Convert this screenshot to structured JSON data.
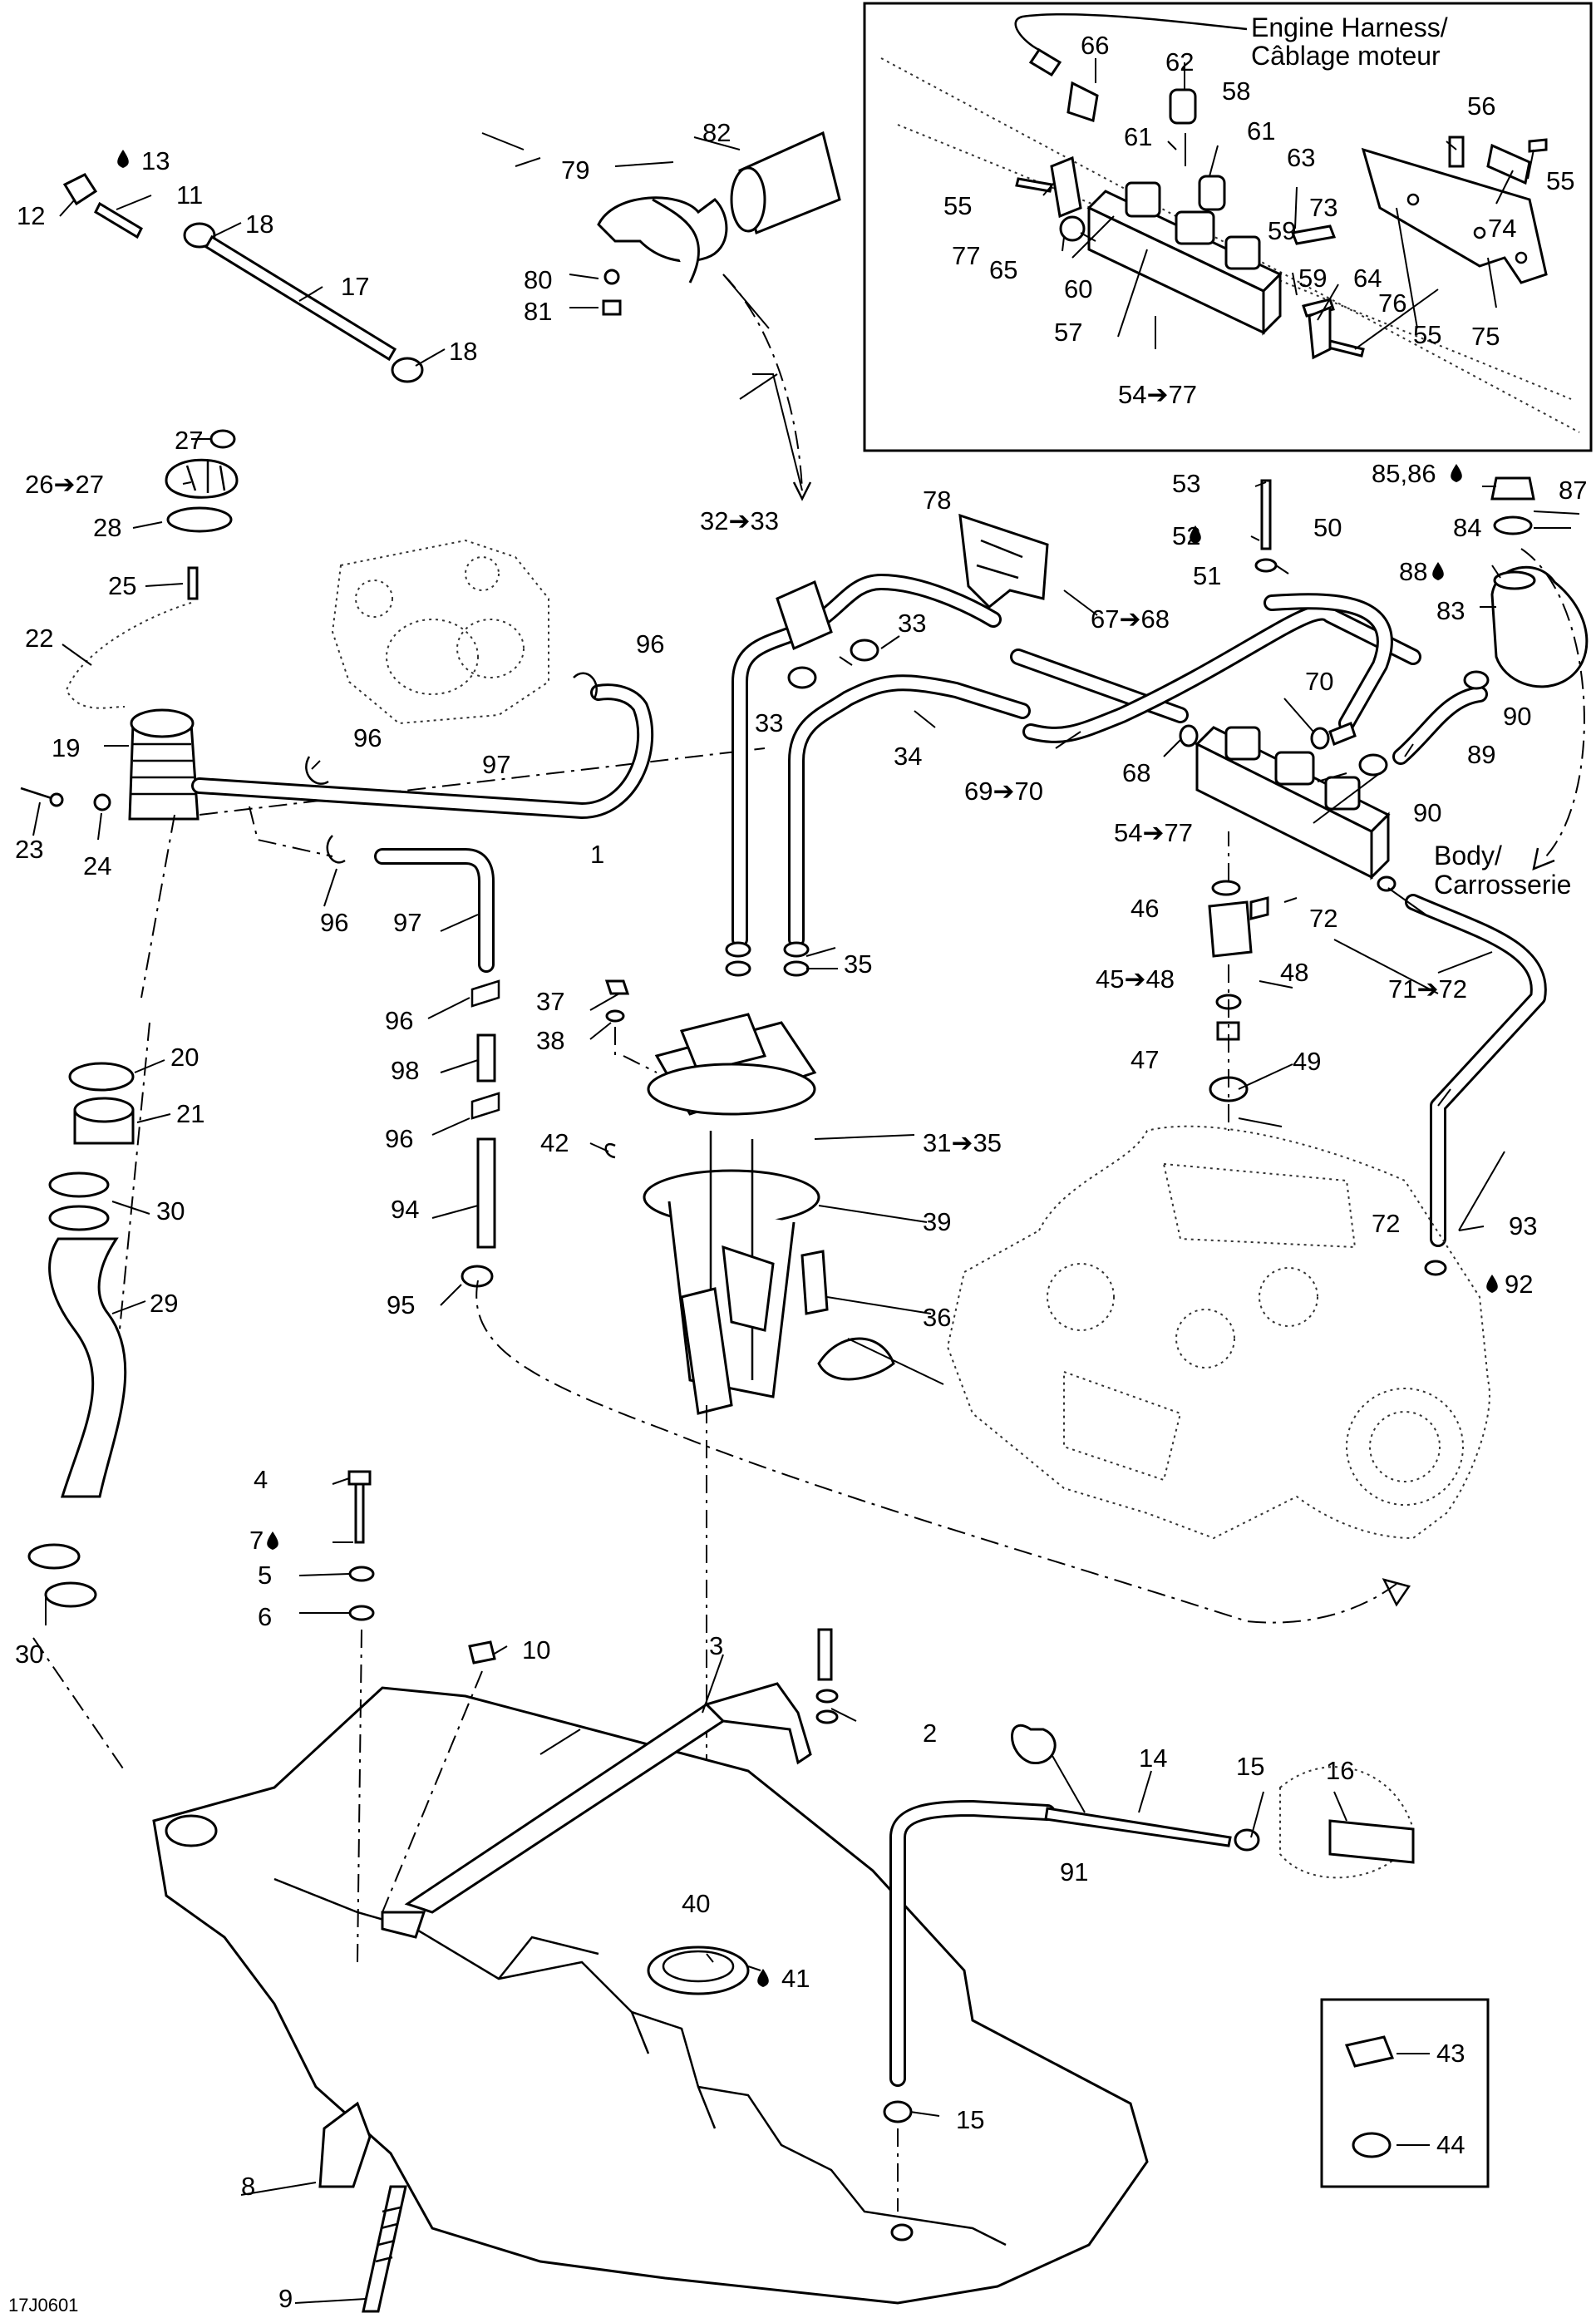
{
  "notes": {
    "engine_harness_line1": "Engine Harness/",
    "engine_harness_line2": "Câblage moteur",
    "body_line1": "Body/",
    "body_line2": "Carrosserie"
  },
  "drawing_code": "17J0601",
  "callouts": [
    {
      "id": "c1",
      "text": "1"
    },
    {
      "id": "c2",
      "text": "2"
    },
    {
      "id": "c3",
      "text": "3"
    },
    {
      "id": "c4",
      "text": "4"
    },
    {
      "id": "c5",
      "text": "5"
    },
    {
      "id": "c6",
      "text": "6"
    },
    {
      "id": "c7",
      "text": "7"
    },
    {
      "id": "c8",
      "text": "8"
    },
    {
      "id": "c9",
      "text": "9"
    },
    {
      "id": "c10",
      "text": "10"
    },
    {
      "id": "c11",
      "text": "11"
    },
    {
      "id": "c12",
      "text": "12"
    },
    {
      "id": "c13",
      "text": "13"
    },
    {
      "id": "c14",
      "text": "14"
    },
    {
      "id": "c15a",
      "text": "15"
    },
    {
      "id": "c15b",
      "text": "15"
    },
    {
      "id": "c16",
      "text": "16"
    },
    {
      "id": "c17",
      "text": "17"
    },
    {
      "id": "c18a",
      "text": "18"
    },
    {
      "id": "c18b",
      "text": "18"
    },
    {
      "id": "c19",
      "text": "19"
    },
    {
      "id": "c20",
      "text": "20"
    },
    {
      "id": "c21",
      "text": "21"
    },
    {
      "id": "c22",
      "text": "22"
    },
    {
      "id": "c23",
      "text": "23"
    },
    {
      "id": "c24",
      "text": "24"
    },
    {
      "id": "c25",
      "text": "25"
    },
    {
      "id": "c26",
      "text": "26➔27"
    },
    {
      "id": "c27",
      "text": "27"
    },
    {
      "id": "c28",
      "text": "28"
    },
    {
      "id": "c29",
      "text": "29"
    },
    {
      "id": "c30a",
      "text": "30"
    },
    {
      "id": "c30b",
      "text": "30"
    },
    {
      "id": "c31",
      "text": "31➔35"
    },
    {
      "id": "c32",
      "text": "32➔33"
    },
    {
      "id": "c33a",
      "text": "33"
    },
    {
      "id": "c33b",
      "text": "33"
    },
    {
      "id": "c34",
      "text": "34"
    },
    {
      "id": "c35",
      "text": "35"
    },
    {
      "id": "c36",
      "text": "36"
    },
    {
      "id": "c37",
      "text": "37"
    },
    {
      "id": "c38",
      "text": "38"
    },
    {
      "id": "c39",
      "text": "39"
    },
    {
      "id": "c40",
      "text": "40"
    },
    {
      "id": "c41",
      "text": "41"
    },
    {
      "id": "c42",
      "text": "42"
    },
    {
      "id": "c43",
      "text": "43"
    },
    {
      "id": "c44",
      "text": "44"
    },
    {
      "id": "c45",
      "text": "45➔48"
    },
    {
      "id": "c46",
      "text": "46"
    },
    {
      "id": "c47",
      "text": "47"
    },
    {
      "id": "c48",
      "text": "48"
    },
    {
      "id": "c49",
      "text": "49"
    },
    {
      "id": "c50",
      "text": "50"
    },
    {
      "id": "c51",
      "text": "51"
    },
    {
      "id": "c52",
      "text": "52"
    },
    {
      "id": "c53",
      "text": "53"
    },
    {
      "id": "c54a",
      "text": "54➔77"
    },
    {
      "id": "c54b",
      "text": "54➔77"
    },
    {
      "id": "c55a",
      "text": "55"
    },
    {
      "id": "c55b",
      "text": "55"
    },
    {
      "id": "c55c",
      "text": "55"
    },
    {
      "id": "c56",
      "text": "56"
    },
    {
      "id": "c57",
      "text": "57"
    },
    {
      "id": "c58",
      "text": "58"
    },
    {
      "id": "c59a",
      "text": "59"
    },
    {
      "id": "c59b",
      "text": "59"
    },
    {
      "id": "c60",
      "text": "60"
    },
    {
      "id": "c61a",
      "text": "61"
    },
    {
      "id": "c61b",
      "text": "61"
    },
    {
      "id": "c62",
      "text": "62"
    },
    {
      "id": "c63",
      "text": "63"
    },
    {
      "id": "c64",
      "text": "64"
    },
    {
      "id": "c65",
      "text": "65"
    },
    {
      "id": "c66",
      "text": "66"
    },
    {
      "id": "c67",
      "text": "67➔68"
    },
    {
      "id": "c68",
      "text": "68"
    },
    {
      "id": "c69",
      "text": "69➔70"
    },
    {
      "id": "c70",
      "text": "70"
    },
    {
      "id": "c71",
      "text": "71➔72"
    },
    {
      "id": "c72a",
      "text": "72"
    },
    {
      "id": "c72b",
      "text": "72"
    },
    {
      "id": "c73",
      "text": "73"
    },
    {
      "id": "c74",
      "text": "74"
    },
    {
      "id": "c75",
      "text": "75"
    },
    {
      "id": "c76",
      "text": "76"
    },
    {
      "id": "c77",
      "text": "77"
    },
    {
      "id": "c78",
      "text": "78"
    },
    {
      "id": "c79",
      "text": "79"
    },
    {
      "id": "c80",
      "text": "80"
    },
    {
      "id": "c81",
      "text": "81"
    },
    {
      "id": "c82",
      "text": "82"
    },
    {
      "id": "c83",
      "text": "83"
    },
    {
      "id": "c84",
      "text": "84"
    },
    {
      "id": "c85",
      "text": "85,86"
    },
    {
      "id": "c87",
      "text": "87"
    },
    {
      "id": "c88",
      "text": "88"
    },
    {
      "id": "c89",
      "text": "89"
    },
    {
      "id": "c90a",
      "text": "90"
    },
    {
      "id": "c90b",
      "text": "90"
    },
    {
      "id": "c91",
      "text": "91"
    },
    {
      "id": "c92",
      "text": "92"
    },
    {
      "id": "c93",
      "text": "93"
    },
    {
      "id": "c94",
      "text": "94"
    },
    {
      "id": "c95",
      "text": "95"
    },
    {
      "id": "c96a",
      "text": "96"
    },
    {
      "id": "c96b",
      "text": "96"
    },
    {
      "id": "c96c",
      "text": "96"
    },
    {
      "id": "c96d",
      "text": "96"
    },
    {
      "id": "c96e",
      "text": "96"
    },
    {
      "id": "c97a",
      "text": "97"
    },
    {
      "id": "c97b",
      "text": "97"
    },
    {
      "id": "c98",
      "text": "98"
    }
  ]
}
